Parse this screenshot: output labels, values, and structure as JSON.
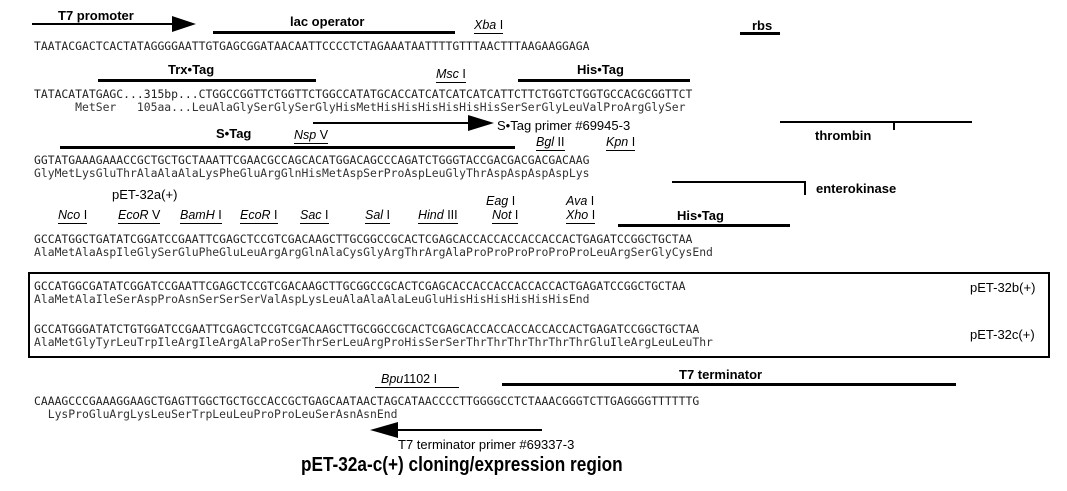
{
  "caption": "pET-32a-c(+) cloning/expression region",
  "features": {
    "t7_promoter": "T7 promoter",
    "lac_operator": "lac operator",
    "rbs": "rbs",
    "trx_tag": "Trx•Tag",
    "his_tag_1": "His•Tag",
    "s_tag": "S•Tag",
    "s_tag_primer": "S•Tag primer #69945-3",
    "thrombin": "thrombin",
    "enterokinase": "enterokinase",
    "vector_a": "pET-32a(+)",
    "his_tag_2": "His•Tag",
    "vector_b": "pET-32b(+)",
    "vector_c": "pET-32c(+)",
    "t7_terminator": "T7 terminator",
    "t7_terminator_primer": "T7 terminator primer #69337-3"
  },
  "sites": {
    "xba": {
      "name": "Xba",
      "suffix": " I"
    },
    "msc": {
      "name": "Msc",
      "suffix": " I"
    },
    "nsp": {
      "name": "Nsp",
      "suffix": " V"
    },
    "bgl": {
      "name": "Bgl",
      "suffix": " II"
    },
    "kpn": {
      "name": "Kpn",
      "suffix": " I"
    },
    "nco": {
      "name": "Nco",
      "suffix": " I"
    },
    "ecorv": {
      "name": "EcoR",
      "suffix": " V"
    },
    "bamh": {
      "name": "BamH",
      "suffix": " I"
    },
    "ecori": {
      "name": "EcoR",
      "suffix": " I"
    },
    "sac": {
      "name": "Sac",
      "suffix": " I"
    },
    "sal": {
      "name": "Sal",
      "suffix": " I"
    },
    "hind": {
      "name": "Hind",
      "suffix": " III"
    },
    "eag": {
      "name": "Eag",
      "suffix": " I"
    },
    "not": {
      "name": "Not",
      "suffix": " I"
    },
    "ava": {
      "name": "Ava",
      "suffix": " I"
    },
    "xho": {
      "name": "Xho",
      "suffix": " I"
    },
    "bpu": {
      "name": "Bpu",
      "suffix": "1102 I"
    }
  },
  "sequence": {
    "line1_dna": "TAATACGACTCACTATAGGGGAATTGTGAGCGGATAACAATTCCCCTCTAGAAATAATTTTGTTTAACTTTAAGAAGGAGA",
    "line2_dna": "TATACATATGAGC...315bp...CTGGCCGGTTCTGGTTCTGGCCATATGCACCATCATCATCATCATTCTTCTGGTCTGGTGCCACGCGGTTCT",
    "line2_aa": "      MetSer   105aa...LeuAlaGlySerGlySerGlyHisMetHisHisHisHisHisHisSerSerGlyLeuValProArgGlySer",
    "line3_dna": "GGTATGAAAGAAACCGCTGCTGCTAAATTCGAACGCCAGCACATGGACAGCCCAGATCTGGGTACCGACGACGACGACAAG",
    "line3_aa": "GlyMetLysGluThrAlaAlaAlaLysPheGluArgGlnHisMetAspSerProAspLeuGlyThrAspAspAspAspLys",
    "line4_dna": "GCCATGGCTGATATCGGATCCGAATTCGAGCTCCGTCGACAAGCTTGCGGCCGCACTCGAGCACCACCACCACCACCACTGAGATCCGGCTGCTAA",
    "line4_aa": "AlaMetAlaAspIleGlySerGluPheGluLeuArgArgGlnAlaCysGlyArgThrArgAlaProProProProProProLeuArgSerGlyCysEnd",
    "line5_dna": "GCCATGGCGATATCGGATCCGAATTCGAGCTCCGTCGACAAGCTTGCGGCCGCACTCGAGCACCACCACCACCACCACTGAGATCCGGCTGCTAA",
    "line5_aa": "AlaMetAlaIleSerAspProAsnSerSerSerValAspLysLeuAlaAlaAlaLeuGluHisHisHisHisHisHisEnd",
    "line6_dna": "GCCATGGGATATCTGTGGATCCGAATTCGAGCTCCGTCGACAAGCTTGCGGCCGCACTCGAGCACCACCACCACCACCACTGAGATCCGGCTGCTAA",
    "line6_aa": "AlaMetGlyTyrLeuTrpIleArgIleArgAlaProSerThrSerLeuArgProHisSerSerThrThrThrThrThrThrGluIleArgLeuLeuThr",
    "line7_dna": "CAAAGCCCGAAAGGAAGCTGAGTTGGCTGCTGCCACCGCTGAGCAATAACTAGCATAACCCCTTGGGGCCTCTAAACGGGTCTTGAGGGGTTTTTTG",
    "line7_aa": "  LysProGluArgLysLeuSerTrpLeuLeuProProLeuSerAsnAsnEnd"
  }
}
